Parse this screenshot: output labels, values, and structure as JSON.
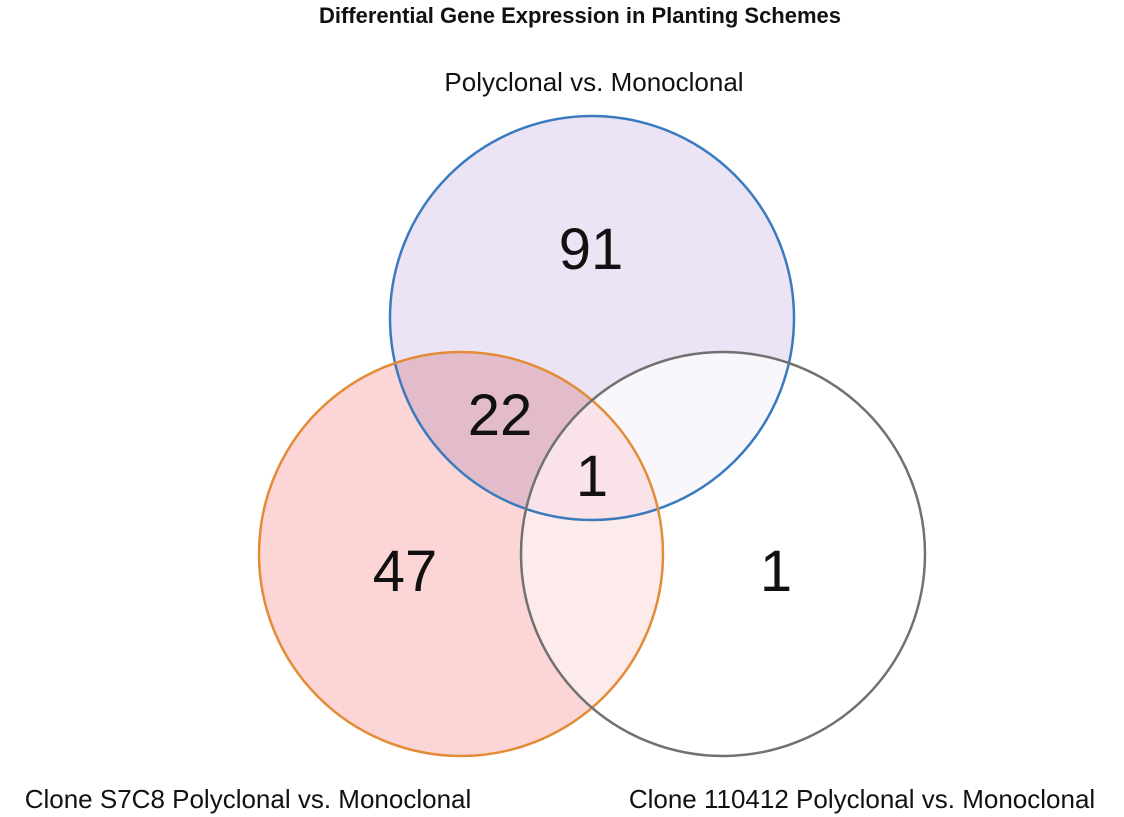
{
  "title": "Differential Gene Expression in Planting Schemes",
  "sets": [
    {
      "id": "poly_mono",
      "label": "Polyclonal vs. Monoclonal",
      "stroke": "#3a7bbf",
      "fill": "#ece4f4"
    },
    {
      "id": "s7c8",
      "label": "Clone S7C8 Polyclonal vs. Monoclonal",
      "stroke": "#e38b36",
      "fill": "#fcd6d6"
    },
    {
      "id": "c110412",
      "label": "Clone 110412 Polyclonal vs. Monoclonal",
      "stroke": "#717171",
      "fill": "#ffffff"
    }
  ],
  "regions": {
    "poly_mono_only": "91",
    "poly_mono_and_s7c8": "22",
    "all_three": "1",
    "s7c8_only": "47",
    "c110412_only": "1"
  },
  "region_colors": {
    "poly_mono_and_s7c8": "#e3bccb",
    "poly_mono_and_c110412": "#f9f6fc",
    "s7c8_and_c110412": "#fdeaea",
    "all_three": "#f9e2e8"
  }
}
